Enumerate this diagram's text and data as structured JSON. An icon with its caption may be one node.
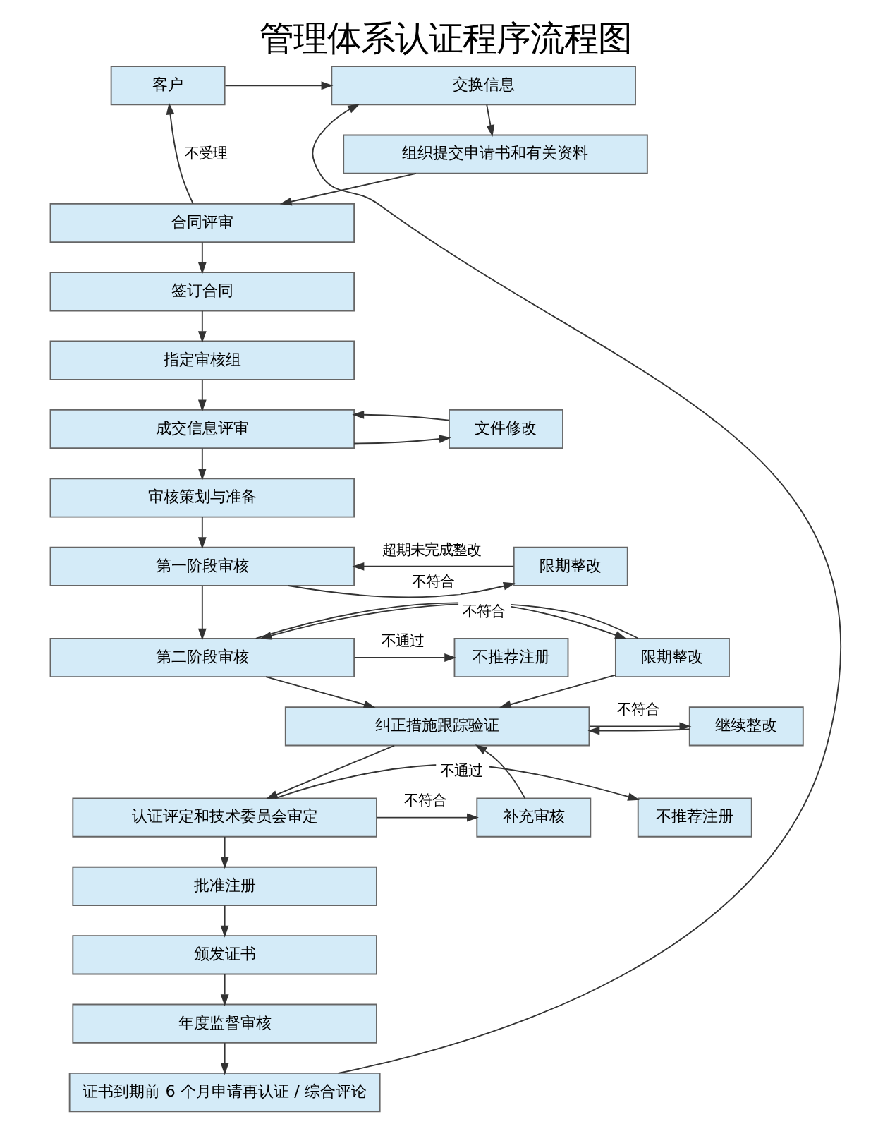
{
  "diagram": {
    "title": "管理体系认证程序流程图",
    "nodes": [
      {
        "text": [
          "交换信息"
        ]
      },
      {
        "text": [
          "客户"
        ]
      },
      {
        "text": [
          "组织提交申请书和有关资料"
        ]
      },
      {
        "text": [
          "合同评审"
        ]
      },
      {
        "text": [
          "签订合同"
        ]
      },
      {
        "text": [
          "指定审核组"
        ]
      },
      {
        "text": [
          "成交信息评审"
        ]
      },
      {
        "text": [
          "文件修改"
        ]
      },
      {
        "text": [
          "审核策划与准备"
        ]
      },
      {
        "text": [
          "第一阶段审核"
        ]
      },
      {
        "text": [
          "限期整改"
        ]
      },
      {
        "text": [
          "限期整改"
        ]
      },
      {
        "text": [
          "第二阶段审核"
        ]
      },
      {
        "text": [
          "不推荐注册"
        ]
      },
      {
        "text": [
          "纠正措施跟踪验证"
        ]
      },
      {
        "text": [
          "继续整改"
        ]
      },
      {
        "text": [
          "补充审核"
        ]
      },
      {
        "text": [
          "认证评定和技术委员会审定"
        ]
      },
      {
        "text": [
          "不推荐注册"
        ]
      },
      {
        "text": [
          "批准注册"
        ]
      },
      {
        "text": [
          "颁发证书"
        ]
      },
      {
        "text": [
          "年度监督审核"
        ]
      },
      {
        "text": [
          "证书到期前 6 个月申请再认证 / 综合评论"
        ]
      }
    ],
    "edges": [
      {
        "from": 1,
        "to": 0,
        "arrow": "to"
      },
      {
        "from": 0,
        "to": 2,
        "arrow": "to"
      },
      {
        "from": 2,
        "to": 3,
        "arrow": "to"
      },
      {
        "from": 3,
        "to": 1,
        "arrow": "to",
        "label": "不受理"
      },
      {
        "from": 3,
        "to": 4,
        "arrow": "to"
      },
      {
        "from": 4,
        "to": 5,
        "arrow": "to"
      },
      {
        "from": 5,
        "to": 6,
        "arrow": "to"
      },
      {
        "from": 6,
        "to": 7,
        "arrow": "to"
      },
      {
        "from": 7,
        "to": 6,
        "arrow": "to"
      },
      {
        "from": 6,
        "to": 8,
        "arrow": "to"
      },
      {
        "from": 8,
        "to": 9,
        "arrow": "to"
      },
      {
        "from": 9,
        "to": 10,
        "arrow": "to",
        "label": "不符合"
      },
      {
        "from": 10,
        "to": 9,
        "arrow": "to",
        "label": "超期未完成整改"
      },
      {
        "from": 9,
        "to": 12,
        "arrow": "to"
      },
      {
        "from": 12,
        "to": 11,
        "arrow": "to",
        "label": "不符合"
      },
      {
        "from": 11,
        "to": 12,
        "arrow": "to"
      },
      {
        "from": 12,
        "to": 13,
        "arrow": "to",
        "label": "不通过"
      },
      {
        "from": 12,
        "to": 14,
        "arrow": "to"
      },
      {
        "from": 11,
        "to": 14,
        "arrow": "to"
      },
      {
        "from": 14,
        "to": 15,
        "arrow": "to",
        "label": "不符合"
      },
      {
        "from": 15,
        "to": 14,
        "arrow": "to"
      },
      {
        "from": 14,
        "to": 17,
        "arrow": "to"
      },
      {
        "from": 17,
        "to": 16,
        "arrow": "to",
        "label": "不符合"
      },
      {
        "from": 16,
        "to": 14,
        "arrow": "to"
      },
      {
        "from": 17,
        "to": 18,
        "arrow": "to",
        "label": "不通过"
      },
      {
        "from": 17,
        "to": 19,
        "arrow": "to"
      },
      {
        "from": 19,
        "to": 20,
        "arrow": "to"
      },
      {
        "from": 20,
        "to": 21,
        "arrow": "to"
      },
      {
        "from": 21,
        "to": 22,
        "arrow": "to"
      },
      {
        "from": 22,
        "to": 0,
        "arrow": "to"
      }
    ]
  }
}
